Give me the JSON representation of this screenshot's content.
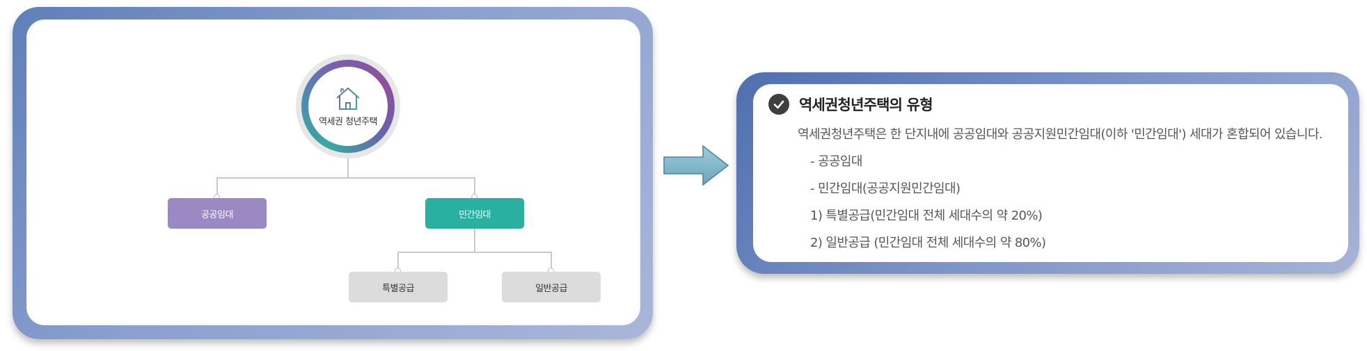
{
  "diagram": {
    "root_label": "역세권 청년주택",
    "root_icon": "house-icon",
    "level1": [
      {
        "label": "공공임대",
        "color": "#9a89c3"
      },
      {
        "label": "민간임대",
        "color": "#2ab0a0"
      }
    ],
    "level2": [
      {
        "label": "특별공급"
      },
      {
        "label": "일반공급"
      }
    ]
  },
  "arrow": {
    "icon": "right-arrow-icon",
    "color": "#7fb7c9"
  },
  "info": {
    "title": "역세권청년주택의 유형",
    "title_icon": "check-circle-icon",
    "lines": [
      "역세권청년주택은 한 단지내에 공공임대와 공공지원민간임대(이하 '민간임대') 세대가 혼합되어 있습니다.",
      "- 공공임대",
      "- 민간임대(공공지원민간임대)",
      "1) 특별공급(민간임대 전체 세대수의 약 20%)",
      "2) 일반공급 (민간임대 전체 세대수의 약 80%)"
    ]
  }
}
